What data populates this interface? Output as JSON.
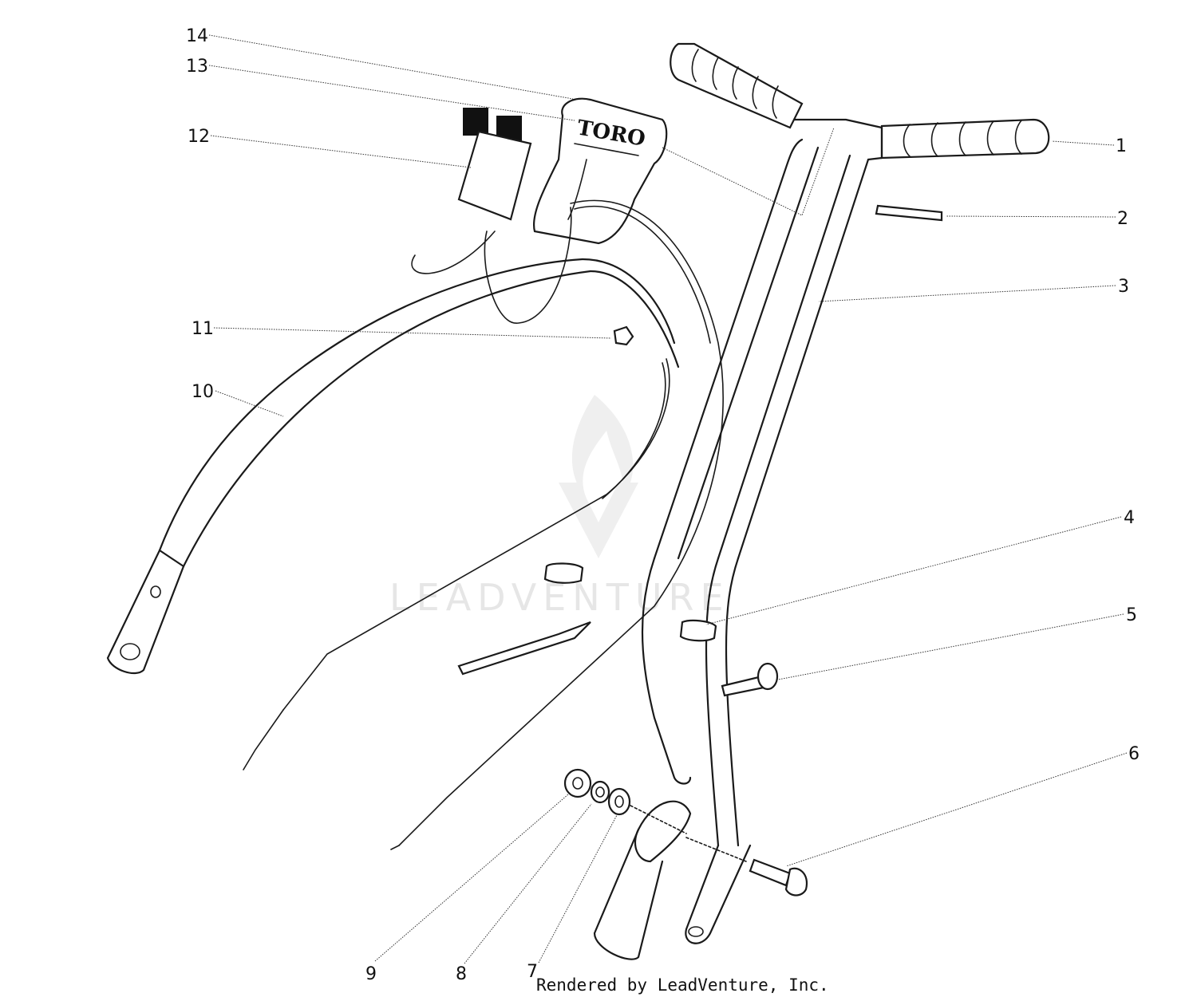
{
  "diagram": {
    "brand_text": "TORO",
    "watermark": "LEADVENTURE",
    "credit": "Rendered by LeadVenture, Inc.",
    "callouts": [
      {
        "id": "1",
        "label": "1"
      },
      {
        "id": "2",
        "label": "2"
      },
      {
        "id": "3",
        "label": "3"
      },
      {
        "id": "4",
        "label": "4"
      },
      {
        "id": "5",
        "label": "5"
      },
      {
        "id": "6",
        "label": "6"
      },
      {
        "id": "7",
        "label": "7"
      },
      {
        "id": "8",
        "label": "8"
      },
      {
        "id": "9",
        "label": "9"
      },
      {
        "id": "10",
        "label": "10"
      },
      {
        "id": "11",
        "label": "11"
      },
      {
        "id": "12",
        "label": "12"
      },
      {
        "id": "13",
        "label": "13"
      },
      {
        "id": "14",
        "label": "14"
      }
    ]
  }
}
